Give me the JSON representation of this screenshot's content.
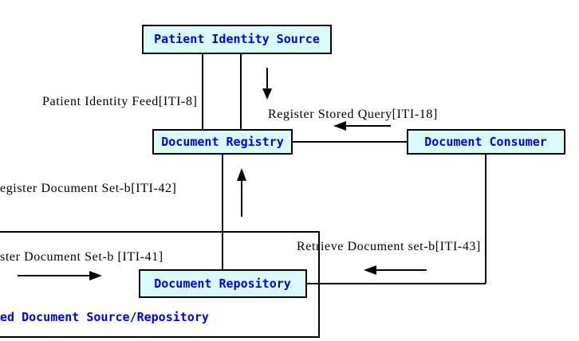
{
  "actors": {
    "patient_identity_source": "Patient Identity Source",
    "document_registry": "Document Registry",
    "document_consumer": "Document Consumer",
    "document_repository": "Document Repository"
  },
  "group": {
    "label": "ed Document Source/Repository"
  },
  "transactions": {
    "patient_identity_feed": "Patient Identity Feed[ITI-8]",
    "register_stored_query": "Register Stored Query[ITI-18]",
    "register_document_set": "egister Document Set-b[ITI-42]",
    "provide_register_document_set": "ster Document Set-b [ITI-41]",
    "retrieve_document_set": "Retrieve Document set-b[ITI-43]"
  },
  "colors": {
    "actor_fill": "#d9fbfb",
    "actor_text": "#0000e6",
    "line": "#000000",
    "background": "#ffffff"
  }
}
